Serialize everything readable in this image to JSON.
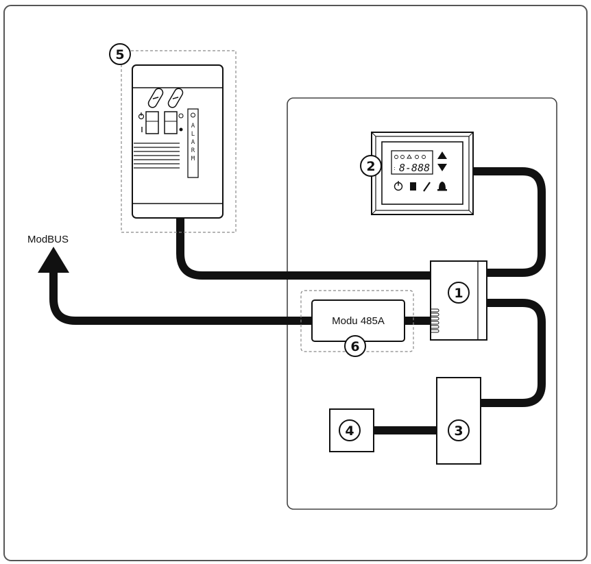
{
  "labels": {
    "modbus": "ModBUS",
    "module": "Modu 485A"
  },
  "callouts": {
    "n1": "1",
    "n2": "2",
    "n3": "3",
    "n4": "4",
    "n5": "5",
    "n6": "6"
  },
  "alarm_panel": {
    "word": [
      "A",
      "L",
      "A",
      "R",
      "M"
    ]
  },
  "display_panel": {
    "readout": "8-888"
  },
  "colors": {
    "cable": "#111111",
    "frame": "#555555",
    "dashed": "#888888"
  }
}
